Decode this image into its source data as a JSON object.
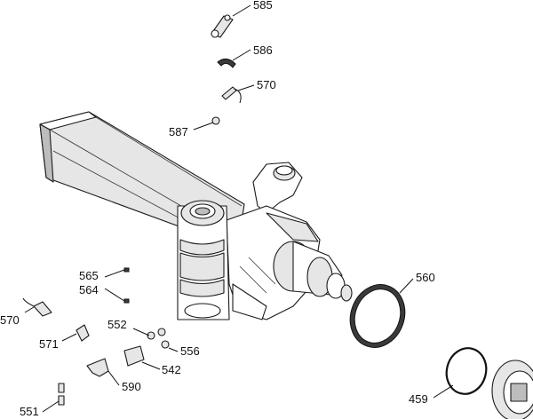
{
  "labels": {
    "585": "585",
    "586": "586",
    "570_top": "570",
    "587": "587",
    "560": "560",
    "565": "565",
    "564": "564",
    "570_left": "570",
    "571": "571",
    "552": "552",
    "556": "556",
    "542": "542",
    "590": "590",
    "459": "459",
    "551": "551"
  }
}
